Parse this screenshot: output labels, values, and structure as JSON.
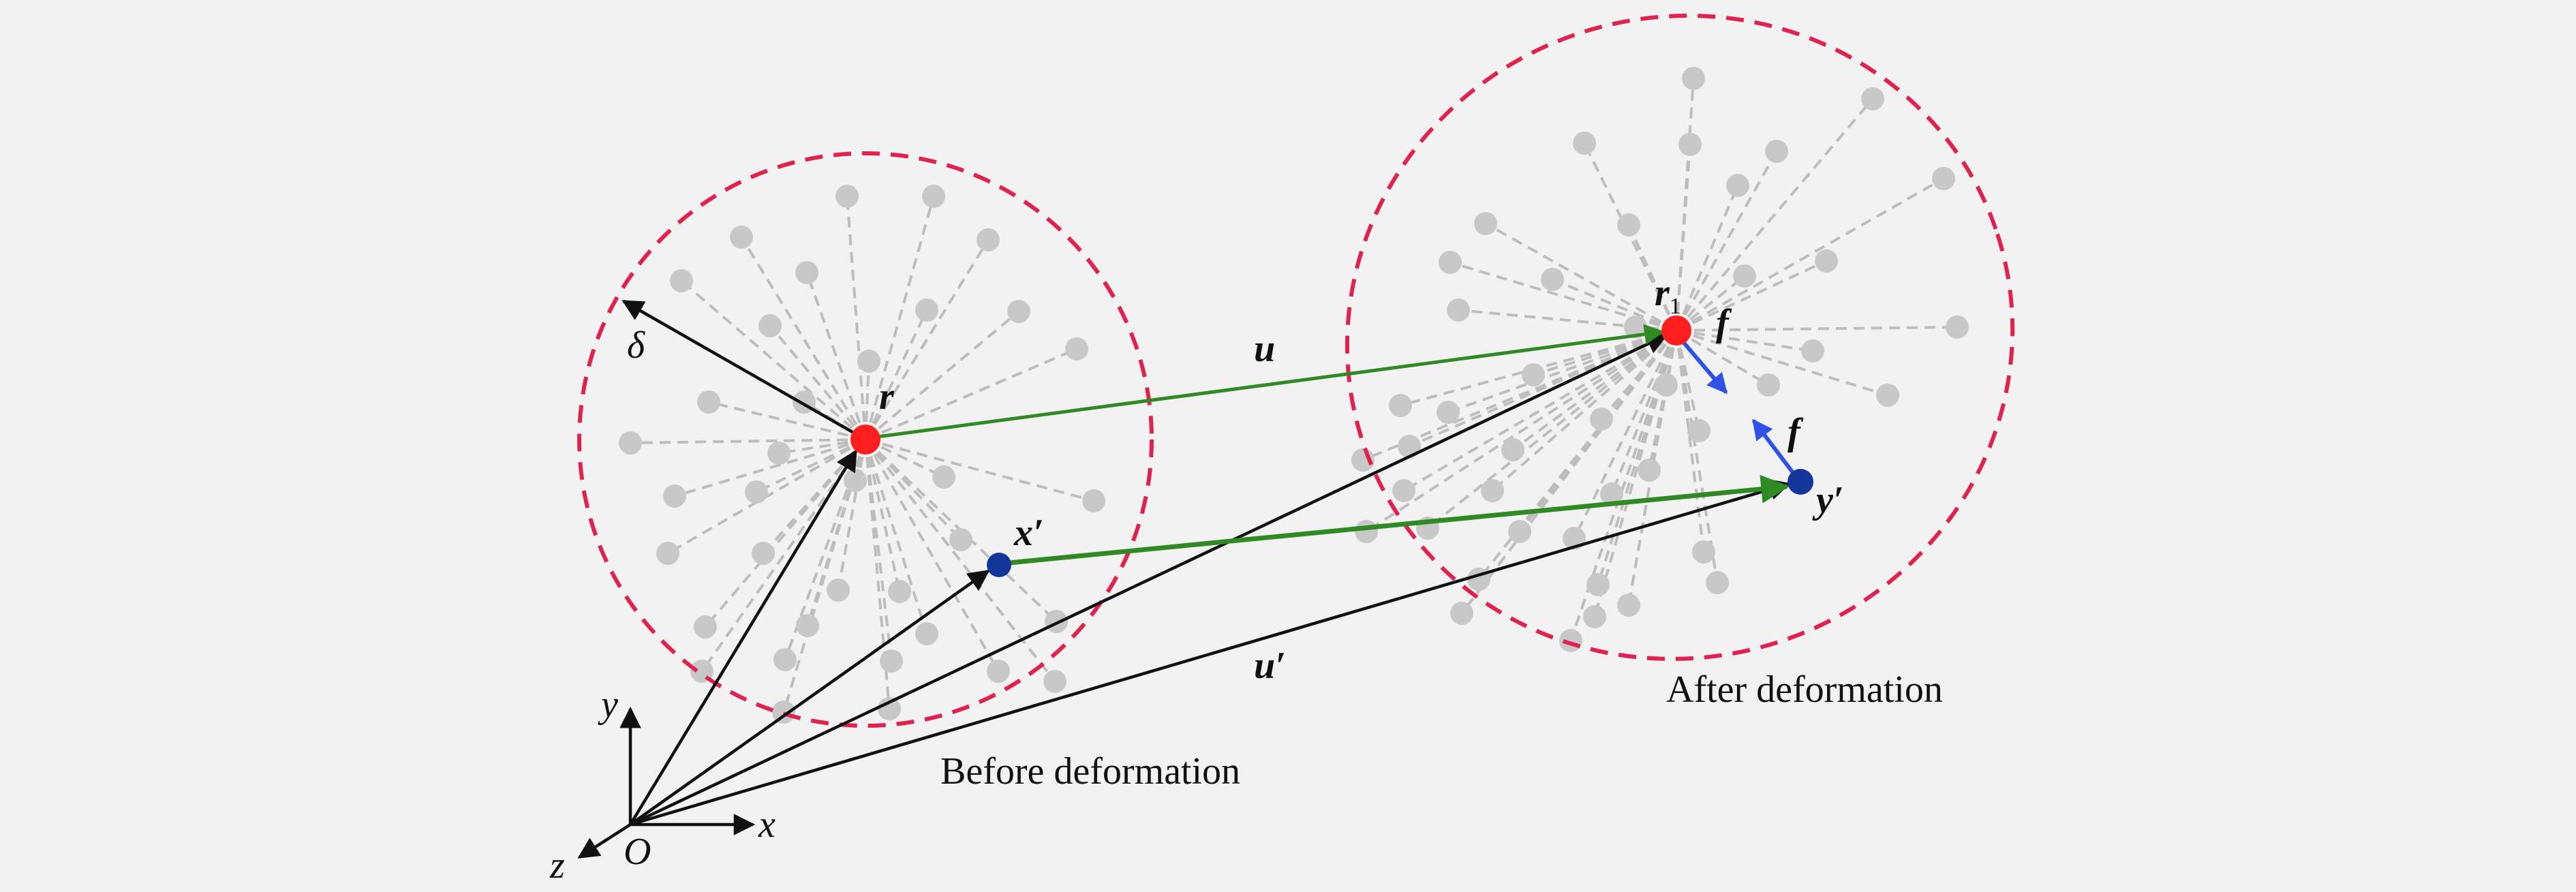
{
  "labels": {
    "r": "r",
    "r1_base": "r",
    "r1_sub": "1",
    "x_prime": "x′",
    "y_prime": "y′",
    "f_top": "f",
    "f_bottom": "f",
    "u": "u",
    "u_prime": "u′",
    "delta": "δ",
    "axis_x": "x",
    "axis_y": "y",
    "axis_z": "z",
    "origin": "O",
    "before": "Before deformation",
    "after": "After deformation"
  },
  "colors": {
    "background": "#f2f2f2",
    "horizon_circle": "#e0224e",
    "neighbor_point": "#c8c8c8",
    "neighbor_bond": "#bdbdbd",
    "center_point": "#ff1f1f",
    "material_point": "#12369a",
    "displacement_arrow": "#2f8a24",
    "position_arrow": "#111111",
    "force_arrow": "#2f52e6"
  }
}
